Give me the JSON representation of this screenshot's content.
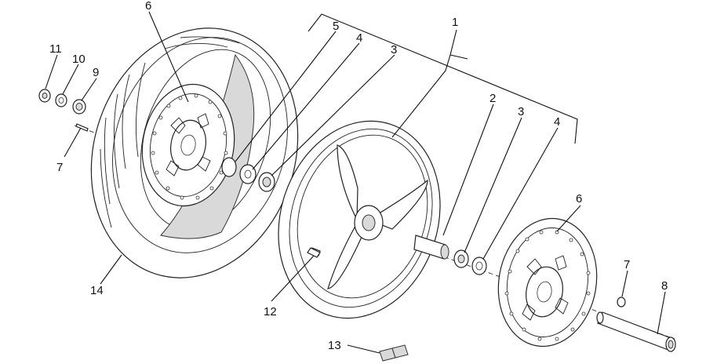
{
  "callouts": {
    "c1": "1",
    "c2": "2",
    "c3a": "3",
    "c3b": "3",
    "c4a": "4",
    "c4b": "4",
    "c5": "5",
    "c6a": "6",
    "c6b": "6",
    "c7a": "7",
    "c7b": "7",
    "c8": "8",
    "c9": "9",
    "c10": "10",
    "c11": "11",
    "c12": "12",
    "c13": "13",
    "c14": "14"
  }
}
